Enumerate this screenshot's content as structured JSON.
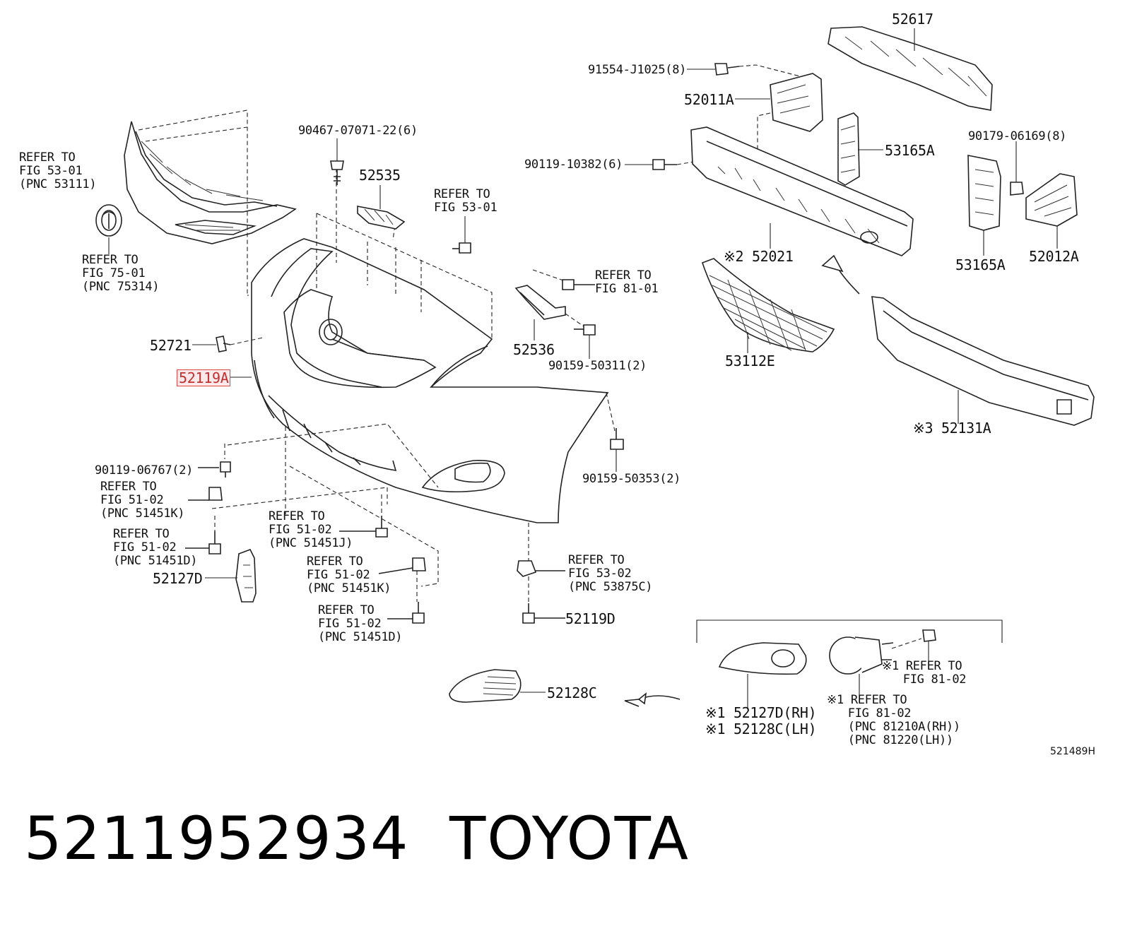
{
  "header": {
    "part_number": "5211952934",
    "brand": "TOYOTA",
    "figure_code": "521489H"
  },
  "labels": {
    "p52617": "52617",
    "p91554": "91554-J1025(8)",
    "p52011A": "52011A",
    "p90467": "90467-07071-22(6)",
    "p52535": "52535",
    "refer_53_01_top": "REFER TO\nFIG 53-01",
    "p53165A_top": "53165A",
    "p90179": "90179-06169(8)",
    "p90119_10382": "90119-10382(6)",
    "refer_grille": "REFER TO\nFIG 53-01\n(PNC 53111)",
    "refer_emblem": "REFER TO\nFIG 75-01\n(PNC 75314)",
    "p52021": "※2 52021",
    "p53165A_bot": "53165A",
    "p52012A": "52012A",
    "refer_81_01": "REFER TO\nFIG 81-01",
    "p52721": "52721",
    "p52119A": "52119A",
    "p52536": "52536",
    "p90159_50311": "90159-50311(2)",
    "p53112E": "53112E",
    "p52131A": "※3 52131A",
    "p90119_06767": "90119-06767(2)",
    "refer_51451K_a": "REFER TO\nFIG 51-02\n(PNC 51451K)",
    "p90159_50353": "90159-50353(2)",
    "refer_51451J": "REFER TO\nFIG 51-02\n(PNC 51451J)",
    "refer_51451D_a": "REFER TO\nFIG 51-02\n(PNC 51451D)",
    "p52127D": "52127D",
    "refer_53875C": "REFER TO\nFIG 53-02\n(PNC 53875C)",
    "refer_51451K_b": "REFER TO\nFIG 51-02\n(PNC 51451K)",
    "refer_51451D_b": "REFER TO\nFIG 51-02\n(PNC 51451D)",
    "p52119D": "52119D",
    "refer_81_02_a": "※1 REFER TO\n   FIG 81-02",
    "p52128C": "52128C",
    "p52127D_RH": "※1 52127D(RH)",
    "p52128C_LH": "※1 52128C(LH)",
    "refer_81_02_b": "※1 REFER TO\n   FIG 81-02\n   (PNC 81210A(RH))\n   (PNC 81220(LH))"
  },
  "highlight_color": "#e04848"
}
